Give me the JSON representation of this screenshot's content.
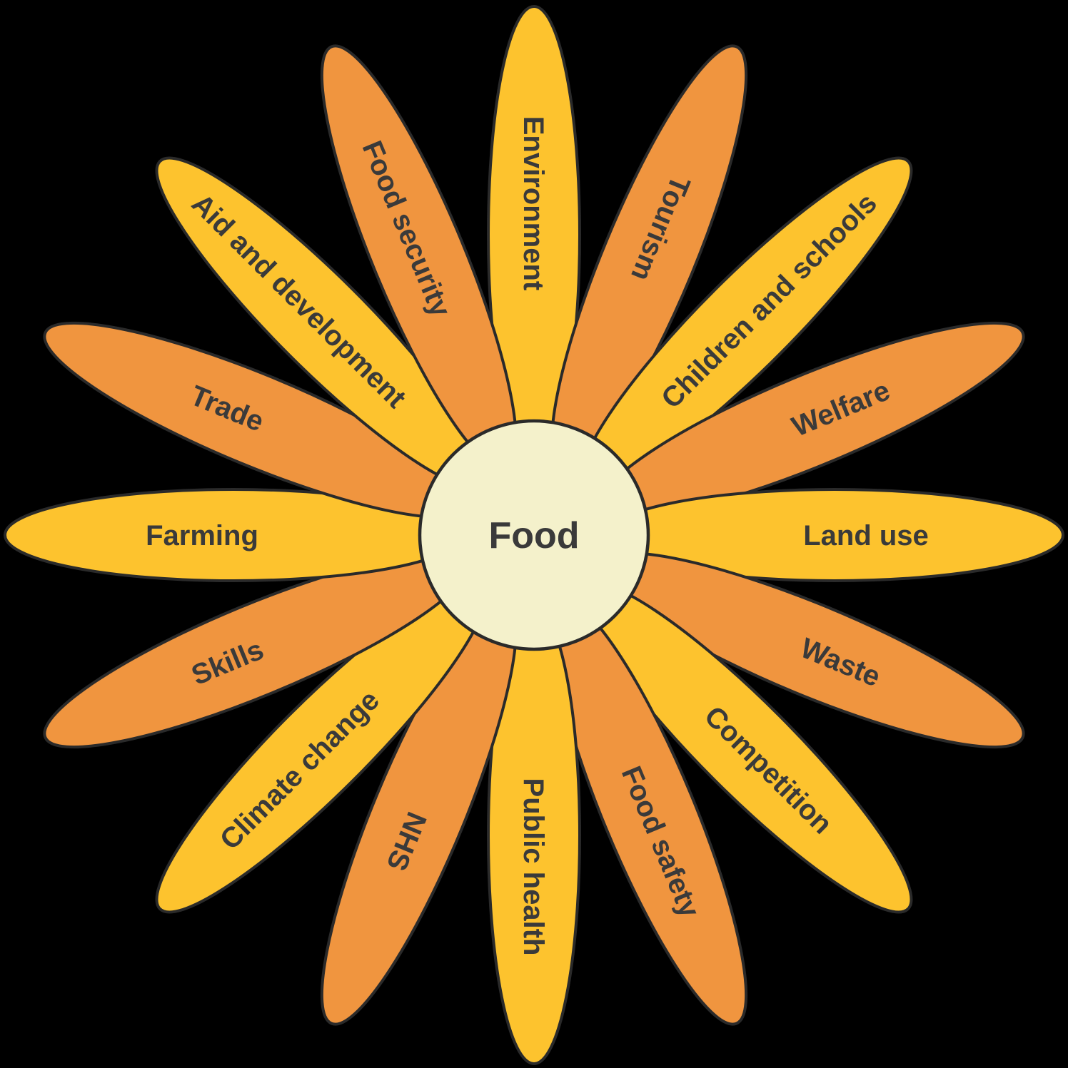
{
  "diagram": {
    "type": "flower",
    "center": {
      "label": "Food",
      "fill": "#F4F1CB"
    },
    "colors": {
      "yellow": "#FDC32E",
      "orange": "#F0953F",
      "outline": "#2A2A2A",
      "text": "#3A3A3A",
      "background": "#000000"
    },
    "petals": [
      {
        "label": "Environment",
        "color": "#FDC32E"
      },
      {
        "label": "Tourism",
        "color": "#F0953F"
      },
      {
        "label": "Children and schools",
        "color": "#FDC32E"
      },
      {
        "label": "Welfare",
        "color": "#F0953F"
      },
      {
        "label": "Land use",
        "color": "#FDC32E"
      },
      {
        "label": "Waste",
        "color": "#F0953F"
      },
      {
        "label": "Competition",
        "color": "#FDC32E"
      },
      {
        "label": "Food safety",
        "color": "#F0953F"
      },
      {
        "label": "Public health",
        "color": "#FDC32E"
      },
      {
        "label": "NHS",
        "color": "#F0953F"
      },
      {
        "label": "Climate change",
        "color": "#FDC32E"
      },
      {
        "label": "Skills",
        "color": "#F0953F"
      },
      {
        "label": "Farming",
        "color": "#FDC32E"
      },
      {
        "label": "Trade",
        "color": "#F0953F"
      },
      {
        "label": "Aid and development",
        "color": "#FDC32E"
      },
      {
        "label": "Food security",
        "color": "#F0953F"
      }
    ]
  }
}
